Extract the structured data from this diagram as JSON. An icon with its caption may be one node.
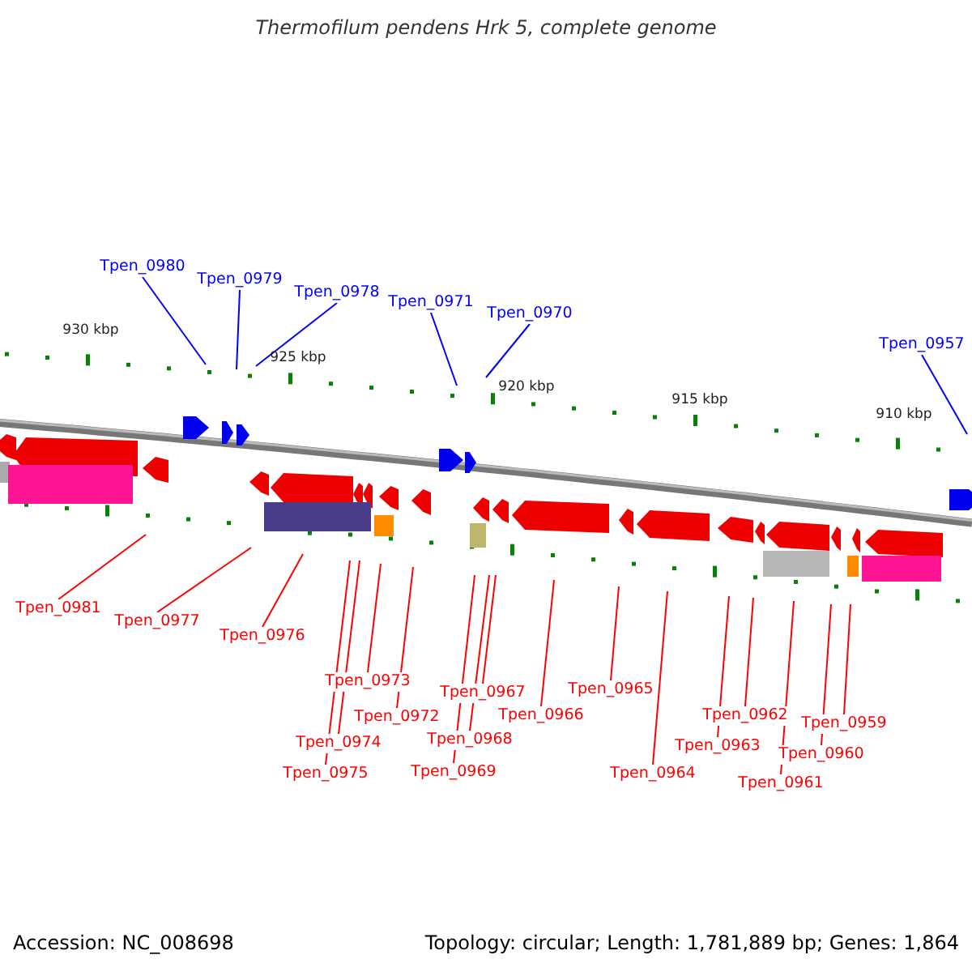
{
  "diagram": {
    "title": "Thermofilum pendens Hrk 5, complete genome",
    "nodes": [
      {
        "text": [
          "Tpen_0980"
        ]
      },
      {
        "text": [
          "Tpen_0979"
        ]
      },
      {
        "text": [
          "Tpen_0978"
        ]
      },
      {
        "text": [
          "Tpen_0971"
        ]
      },
      {
        "text": [
          "Tpen_0970"
        ]
      },
      {
        "text": [
          "Tpen_0957"
        ]
      },
      {
        "text": [
          "Tpen_0981"
        ]
      },
      {
        "text": [
          "Tpen_0977"
        ]
      },
      {
        "text": [
          "Tpen_0976"
        ]
      },
      {
        "text": [
          "Tpen_0973"
        ]
      },
      {
        "text": [
          "Tpen_0972"
        ]
      },
      {
        "text": [
          "Tpen_0974"
        ]
      },
      {
        "text": [
          "Tpen_0975"
        ]
      },
      {
        "text": [
          "Tpen_0967"
        ]
      },
      {
        "text": [
          "Tpen_0968"
        ]
      },
      {
        "text": [
          "Tpen_0969"
        ]
      },
      {
        "text": [
          "Tpen_0966"
        ]
      },
      {
        "text": [
          "Tpen_0965"
        ]
      },
      {
        "text": [
          "Tpen_0964"
        ]
      },
      {
        "text": [
          "Tpen_0962"
        ]
      },
      {
        "text": [
          "Tpen_0963"
        ]
      },
      {
        "text": [
          "Tpen_0961"
        ]
      },
      {
        "text": [
          "Tpen_0960"
        ]
      },
      {
        "text": [
          "Tpen_0959"
        ]
      }
    ],
    "edges": [
      {
        "from": 0,
        "to": null,
        "arrow": "none",
        "color": "#0000ff"
      },
      {
        "from": 1,
        "to": null,
        "arrow": "none",
        "color": "#0000ff"
      },
      {
        "from": 2,
        "to": null,
        "arrow": "none",
        "color": "#0000ff"
      },
      {
        "from": 3,
        "to": null,
        "arrow": "none",
        "color": "#0000ff"
      },
      {
        "from": 4,
        "to": null,
        "arrow": "none",
        "color": "#0000ff"
      },
      {
        "from": 5,
        "to": null,
        "arrow": "none",
        "color": "#0000ff"
      },
      {
        "from": 6,
        "to": null,
        "arrow": "none"
      },
      {
        "from": 7,
        "to": null,
        "arrow": "none"
      },
      {
        "from": 8,
        "to": null,
        "arrow": "none"
      },
      {
        "from": 9,
        "to": null,
        "arrow": "none"
      },
      {
        "from": 10,
        "to": null,
        "arrow": "none"
      },
      {
        "from": 11,
        "to": null,
        "arrow": "none"
      },
      {
        "from": 12,
        "to": null,
        "arrow": "none"
      },
      {
        "from": 13,
        "to": null,
        "arrow": "none"
      },
      {
        "from": 14,
        "to": null,
        "arrow": "none"
      },
      {
        "from": 15,
        "to": null,
        "arrow": "none"
      },
      {
        "from": 16,
        "to": null,
        "arrow": "none"
      },
      {
        "from": 17,
        "to": null,
        "arrow": "none"
      },
      {
        "from": 18,
        "to": null,
        "arrow": "none"
      },
      {
        "from": 19,
        "to": null,
        "arrow": "none"
      },
      {
        "from": 20,
        "to": null,
        "arrow": "none"
      },
      {
        "from": 21,
        "to": null,
        "arrow": "none"
      },
      {
        "from": 22,
        "to": null,
        "arrow": "none"
      },
      {
        "from": 23,
        "to": null,
        "arrow": "none"
      }
    ],
    "labels": [
      "930 kbp",
      "925 kbp",
      "920 kbp",
      "915 kbp",
      "910 kbp",
      "Accession: NC_008698",
      "Topology: circular; Length: 1,781,889 bp; Genes: 1,864"
    ]
  }
}
